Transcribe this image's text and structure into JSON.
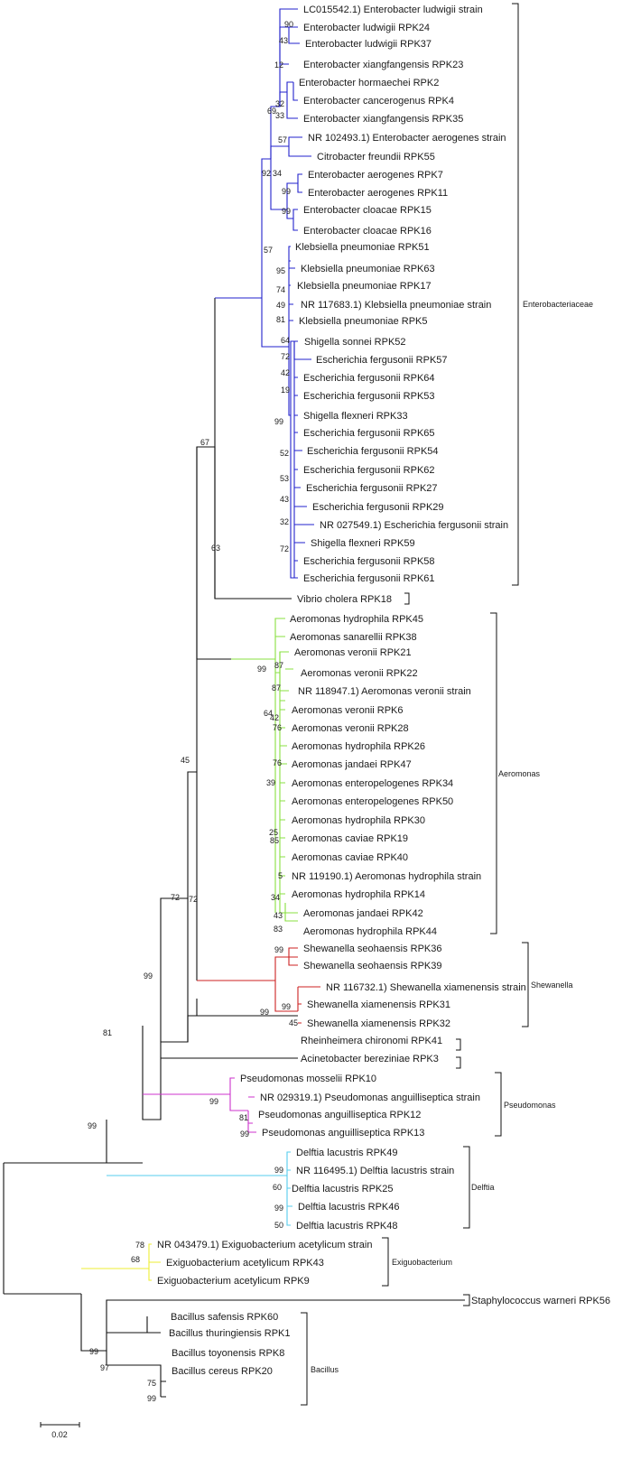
{
  "taxa": [
    "LC015542.1) Enterobacter ludwigii strain",
    "Enterobacter ludwigii RPK24",
    "Enterobacter ludwigii RPK37",
    "Enterobacter xiangfangensis RPK23",
    "Enterobacter hormaechei RPK2",
    "Enterobacter cancerogenus RPK4",
    "Enterobacter xiangfangensis RPK35",
    "NR 102493.1) Enterobacter aerogenes strain",
    "Citrobacter freundii RPK55",
    "Enterobacter aerogenes RPK7",
    "Enterobacter aerogenes RPK11",
    "Enterobacter cloacae RPK15",
    "Enterobacter cloacae RPK16",
    "Klebsiella pneumoniae RPK51",
    "Klebsiella pneumoniae RPK63",
    "Klebsiella pneumoniae RPK17",
    "NR 117683.1) Klebsiella pneumoniae strain",
    "Klebsiella pneumoniae RPK5",
    "Shigella sonnei RPK52",
    "Escherichia fergusonii RPK57",
    "Escherichia fergusonii RPK64",
    "Escherichia fergusonii RPK53",
    "Shigella flexneri RPK33",
    "Escherichia fergusonii RPK65",
    "Escherichia fergusonii RPK54",
    "Escherichia fergusonii RPK62",
    "Escherichia fergusonii RPK27",
    "Escherichia fergusonii RPK29",
    "NR 027549.1) Escherichia fergusonii strain",
    "Shigella flexneri RPK59",
    "Escherichia fergusonii RPK58",
    "Escherichia fergusonii RPK61",
    "Vibrio cholera RPK18",
    "Aeromonas hydrophila RPK45",
    "Aeromonas sanarellii RPK38",
    "Aeromonas veronii RPK21",
    "Aeromonas veronii RPK22",
    "NR 118947.1) Aeromonas veronii strain",
    "Aeromonas veronii RPK6",
    "Aeromonas veronii RPK28",
    "Aeromonas hydrophila RPK26",
    "Aeromonas jandaei RPK47",
    "Aeromonas enteropelogenes RPK34",
    "Aeromonas enteropelogenes RPK50",
    "Aeromonas hydrophila RPK30",
    "Aeromonas caviae RPK19",
    "Aeromonas caviae RPK40",
    "NR 119190.1) Aeromonas hydrophila strain",
    "Aeromonas hydrophila RPK14",
    "Aeromonas jandaei RPK42",
    "Aeromonas hydrophila RPK44",
    "Shewanella seohaensis RPK36",
    "Shewanella seohaensis RPK39",
    "NR 116732.1) Shewanella xiamenensis strain",
    "Shewanella xiamenensis RPK31",
    "Shewanella xiamenensis RPK32",
    "Rheinheimera chironomi RPK41",
    "Acinetobacter bereziniae RPK3",
    "Pseudomonas mosselii RPK10",
    "NR 029319.1) Pseudomonas anguilliseptica strain",
    "Pseudomonas anguilliseptica RPK12",
    "Pseudomonas anguilliseptica RPK13",
    "Delftia lacustris RPK49",
    "NR 116495.1) Delftia lacustris strain",
    "Delftia lacustris RPK25",
    "Delftia lacustris RPK46",
    "Delftia lacustris RPK48",
    "NR 043479.1) Exiguobacterium acetylicum strain",
    "Exiguobacterium acetylicum RPK43",
    "Exiguobacterium acetylicum RPK9",
    "Staphylococcus warneri RPK56",
    "Bacillus safensis RPK60",
    "Bacillus thuringiensis RPK1",
    "Bacillus toyonensis RPK8",
    "Bacillus cereus RPK20"
  ],
  "bootstrap": [
    "90",
    "43",
    "12",
    "32",
    "69",
    "33",
    "57",
    "92",
    "34",
    "99",
    "99",
    "57",
    "95",
    "74",
    "49",
    "81",
    "64",
    "72",
    "42",
    "19",
    "99",
    "52",
    "53",
    "43",
    "32",
    "72",
    "99",
    "87",
    "87",
    "64",
    "42",
    "76",
    "76",
    "39",
    "25",
    "85",
    "5",
    "34",
    "43",
    "83",
    "99",
    "99",
    "99",
    "45",
    "72",
    "99",
    "81",
    "99",
    "99",
    "60",
    "99",
    "50",
    "78",
    "68",
    "99",
    "97",
    "75",
    "99",
    "67",
    "63",
    "45",
    "72",
    "99",
    "81",
    "99",
    "99"
  ],
  "clades": [
    {
      "name": "Enterobacteriaceae",
      "color": "#2222cc"
    },
    {
      "name": "Aeromonas",
      "color": "#88e040"
    },
    {
      "name": "Shewanella",
      "color": "#cc2222"
    },
    {
      "name": "Pseudomonas",
      "color": "#cc33cc"
    },
    {
      "name": "Delftia",
      "color": "#55ccee"
    },
    {
      "name": "Exiguobacterium",
      "color": "#eeee33"
    },
    {
      "name": "Bacillus",
      "color": "#111111"
    }
  ],
  "scale_label": "0.02"
}
